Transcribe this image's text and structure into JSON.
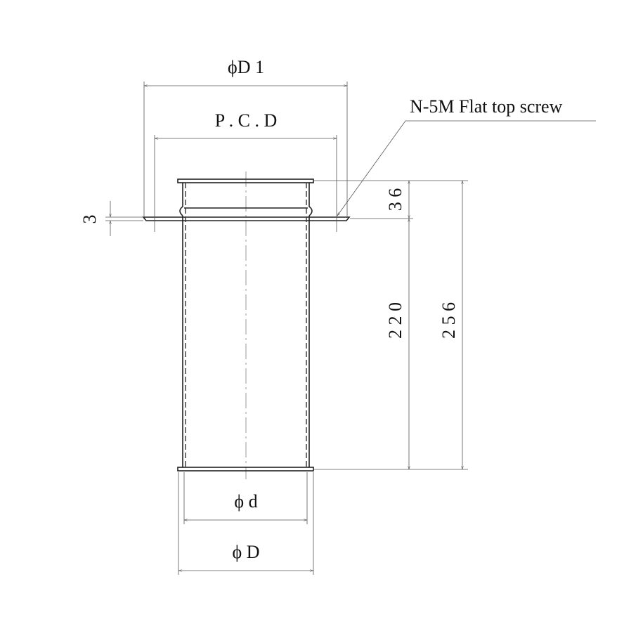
{
  "title": "Pipe sleeve with flange drawing",
  "labels": {
    "flange_diameter": "ϕD 1",
    "pcd": "P . C . D",
    "screw_note": "N-5M Flat top screw",
    "flange_thickness": "3",
    "top_height": "3 6",
    "body_length": "2 2 0",
    "total_length": "2 5 6",
    "inner_diameter": "ϕ d",
    "outer_diameter": "ϕ D"
  }
}
